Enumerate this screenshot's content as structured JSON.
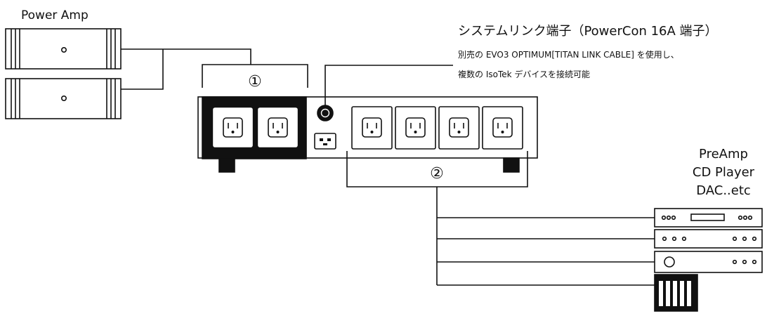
{
  "labels": {
    "power_amp": "Power Amp",
    "system_link_title": "システムリンク端子（PowerCon 16A 端子）",
    "system_link_desc_1": "別売の EVO3 OPTIMUM[TITAN LINK CABLE] を使用し、",
    "system_link_desc_2": "複数の IsoTek デバイスを接続可能",
    "bank_1": "①",
    "bank_2": "②",
    "source_devices": [
      "PreAmp",
      "CD Player",
      "DAC..etc"
    ]
  },
  "colors": {
    "line": "#111111",
    "background": "#ffffff",
    "dark_panel": "#111111"
  }
}
